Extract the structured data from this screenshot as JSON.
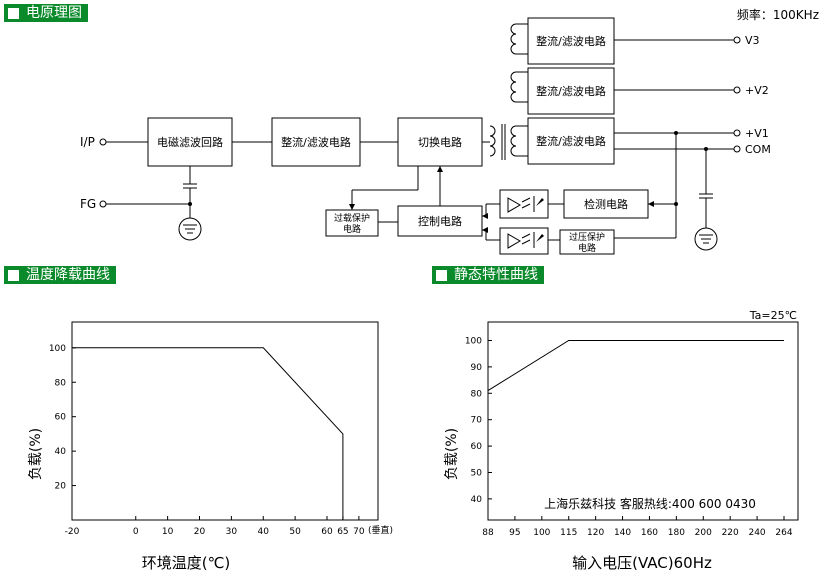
{
  "frequency": "频率：100KHz",
  "sections": {
    "principle": "电原理图",
    "derating": "温度降载曲线",
    "static": "静态特性曲线"
  },
  "blocks": {
    "emi": "电磁滤波回路",
    "rect1": "整流/滤波电路",
    "switch": "切换电路",
    "rect_v1": "整流/滤波电路",
    "rect_v2": "整流/滤波电路",
    "rect_v3": "整流/滤波电路",
    "detect": "检测电路",
    "control": "控制电路",
    "overload_l1": "过载保护",
    "overload_l2": "电路",
    "overvolt_l1": "过压保护",
    "overvolt_l2": "电路"
  },
  "terminals": {
    "ip": "I/P",
    "fg": "FG",
    "v3": "V3",
    "v2": "+V2",
    "v1": "+V1",
    "com": "COM"
  },
  "chart_data": [
    {
      "type": "line",
      "title": "温度降载曲线",
      "xlabel": "环境温度(℃)",
      "ylabel": "负载(%)",
      "x_ticks": [
        "-20",
        "0",
        "10",
        "20",
        "30",
        "40",
        "50",
        "60",
        "65",
        "70"
      ],
      "x_tick_values": [
        -20,
        0,
        10,
        20,
        30,
        40,
        50,
        60,
        65,
        70
      ],
      "x_extra_label": "(垂直)",
      "y_ticks": [
        "20",
        "40",
        "60",
        "80",
        "100"
      ],
      "y_tick_values": [
        20,
        40,
        60,
        80,
        100
      ],
      "xlim": [
        -20,
        76
      ],
      "ylim": [
        0,
        115
      ],
      "series": [
        {
          "x": [
            -20,
            40,
            65,
            65
          ],
          "y": [
            100,
            100,
            50,
            0
          ]
        }
      ]
    },
    {
      "type": "line",
      "title": "静态特性曲线",
      "xlabel": "输入电压(VAC)60Hz",
      "ylabel": "负载(%)",
      "x_ticks": [
        "88",
        "95",
        "100",
        "115",
        "120",
        "140",
        "160",
        "180",
        "200",
        "220",
        "240",
        "264"
      ],
      "y_ticks": [
        "40",
        "50",
        "60",
        "70",
        "80",
        "90",
        "100"
      ],
      "y_tick_values": [
        40,
        50,
        60,
        70,
        80,
        90,
        100
      ],
      "ylim": [
        32,
        107
      ],
      "annotation": "Ta=25℃",
      "watermark": "上海乐兹科技 客服热线:400 600 0430",
      "series": [
        {
          "x": [
            "88",
            "115",
            "264"
          ],
          "y": [
            81,
            100,
            100
          ]
        }
      ]
    }
  ]
}
